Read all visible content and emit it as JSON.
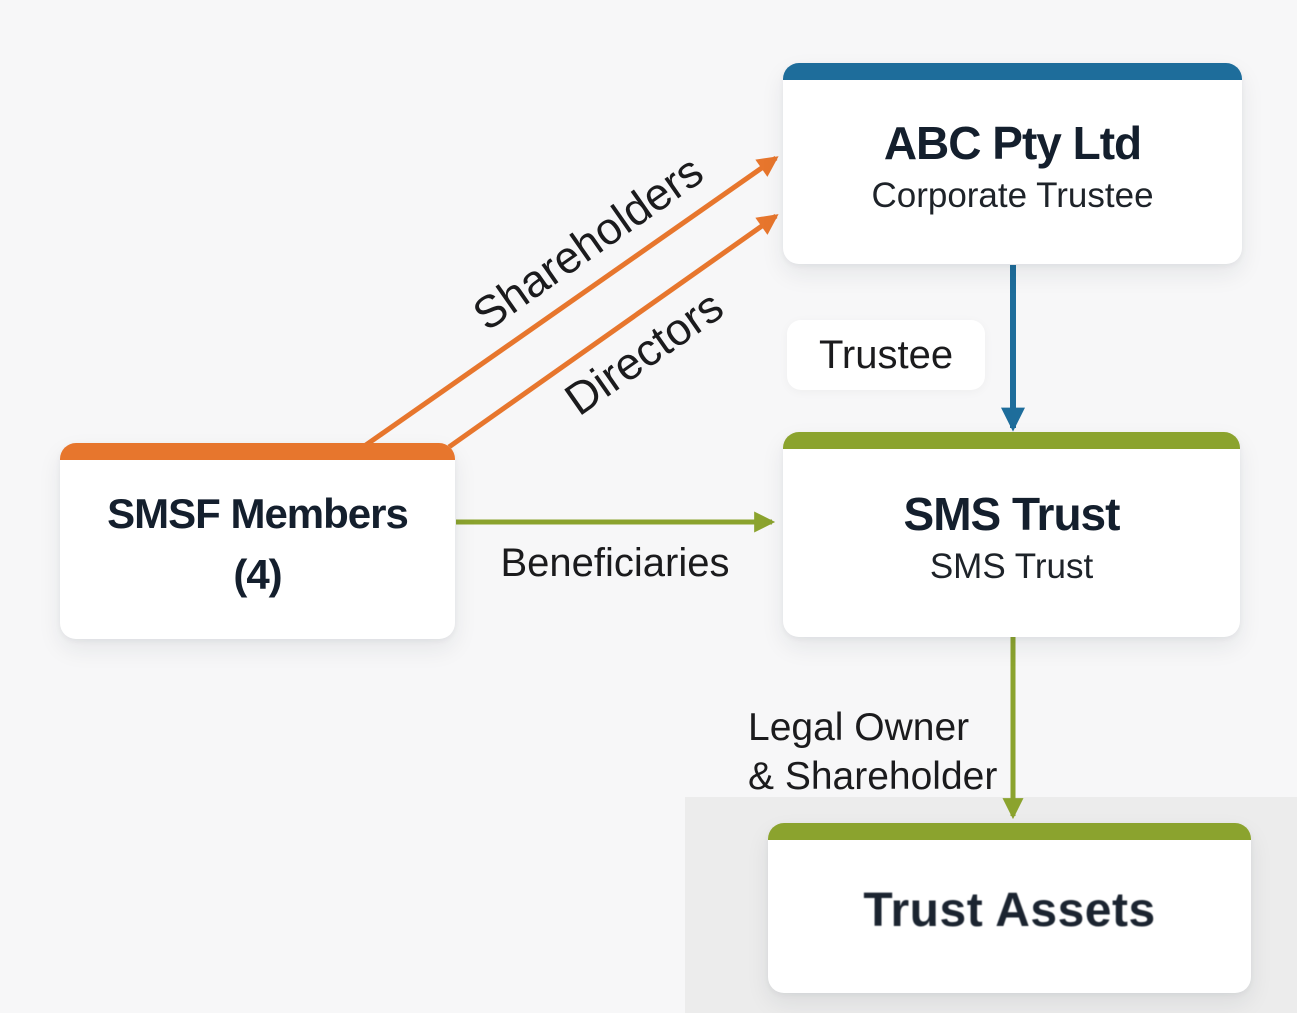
{
  "colors": {
    "orange": "#e7762d",
    "blue": "#1e6d9b",
    "green": "#8ba32e",
    "page_bg": "#f7f7f8",
    "panel_bg": "#ececec",
    "title_text": "#141f2d",
    "label_text": "#1b1b1d"
  },
  "nodes": {
    "abc_pty_ltd": {
      "title": "ABC Pty Ltd",
      "subtitle": "Corporate Trustee",
      "accent": "#1e6d9b"
    },
    "smsf_members": {
      "title_line1": "SMSF Members",
      "title_line2": "(4)",
      "accent": "#e7762d"
    },
    "sms_trust": {
      "title": "SMS Trust",
      "subtitle": "SMS Trust",
      "accent": "#8ba32e"
    },
    "trust_assets": {
      "title": "Trust Assets",
      "accent": "#8ba32e"
    }
  },
  "edges": {
    "shareholders": {
      "label": "Shareholders",
      "from": "smsf_members",
      "to": "abc_pty_ltd",
      "color": "#e7762d"
    },
    "directors": {
      "label": "Directors",
      "from": "smsf_members",
      "to": "abc_pty_ltd",
      "color": "#e7762d"
    },
    "trustee": {
      "label": "Trustee",
      "from": "abc_pty_ltd",
      "to": "sms_trust",
      "color": "#1e6d9b"
    },
    "beneficiaries": {
      "label": "Beneficiaries",
      "from": "smsf_members",
      "to": "sms_trust",
      "color": "#8ba32e"
    },
    "legal_owner_shareholder": {
      "label_line1": "Legal Owner",
      "label_line2": "& Shareholder",
      "from": "sms_trust",
      "to": "trust_assets",
      "color": "#8ba32e"
    }
  }
}
